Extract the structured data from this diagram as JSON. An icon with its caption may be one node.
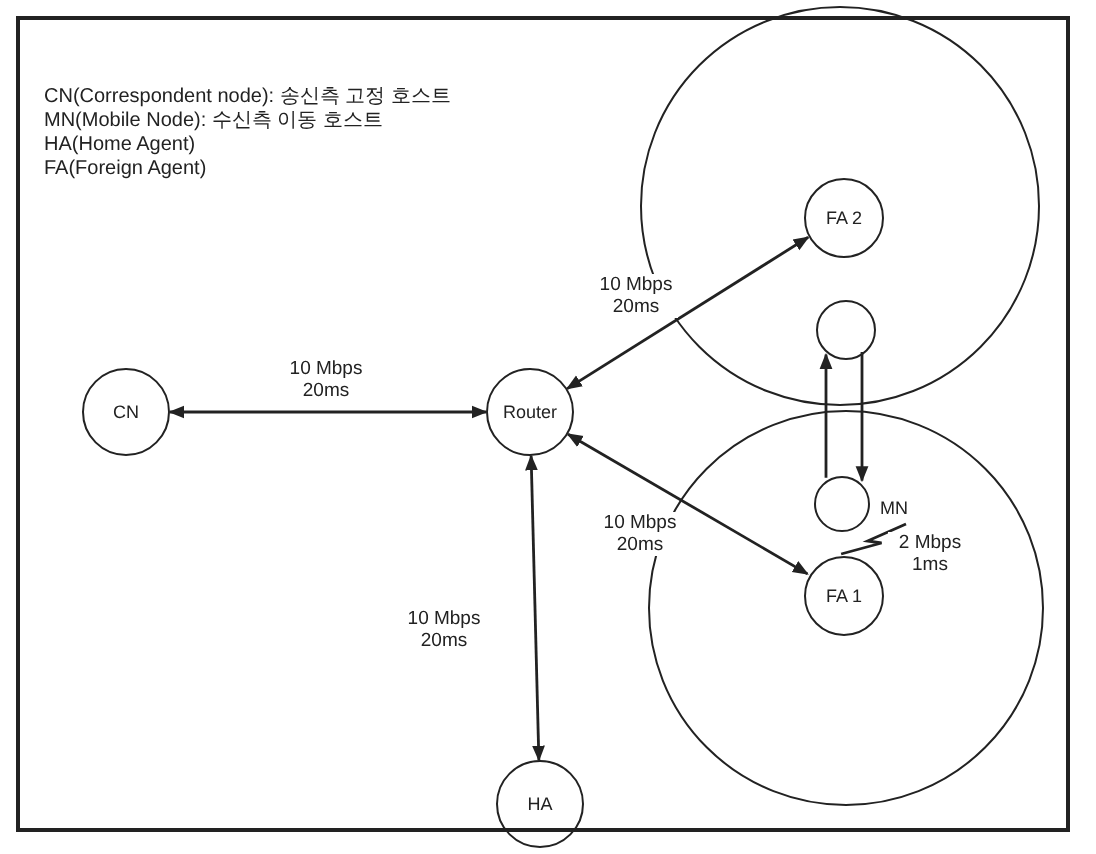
{
  "diagram": {
    "nodes": [
      {
        "text": [],
        "shape": "circle"
      },
      {
        "text": [
          "FA 2"
        ],
        "in": 0
      },
      {
        "text": [],
        "shape": "circle",
        "in": 0
      },
      {
        "text": [
          "CN"
        ]
      },
      {
        "text": [
          "Router"
        ]
      },
      {
        "text": [],
        "shape": "circle"
      },
      {
        "text": [],
        "shape": "circle",
        "in": 5,
        "beside": [
          "MN"
        ]
      },
      {
        "text": [
          "FA 1"
        ],
        "in": 5
      },
      {
        "text": [
          "HA"
        ]
      }
    ],
    "edges": [
      {
        "from": 3,
        "to": 4,
        "arrow": "both",
        "label": "10 Mbps 20ms"
      },
      {
        "from": 4,
        "to": 1,
        "arrow": "both",
        "label": "10 Mbps 20ms"
      },
      {
        "from": 4,
        "to": 7,
        "arrow": "both",
        "label": "10 Mbps 20ms"
      },
      {
        "from": 4,
        "to": 8,
        "arrow": "both",
        "label": "10 Mbps 20ms"
      },
      {
        "from": 6,
        "to": 2,
        "arrow": "to"
      },
      {
        "from": 2,
        "to": 6,
        "arrow": "to"
      },
      {
        "from": 7,
        "to": 6,
        "arrow": "none",
        "label": "2 Mbps 1ms"
      }
    ],
    "labels": [
      "CN(Correspondent node): 송신측 고정 호스트",
      "MN(Mobile Node): 수신측 이동 호스트",
      "HA(Home Agent)",
      "FA(Foreign Agent)"
    ]
  }
}
